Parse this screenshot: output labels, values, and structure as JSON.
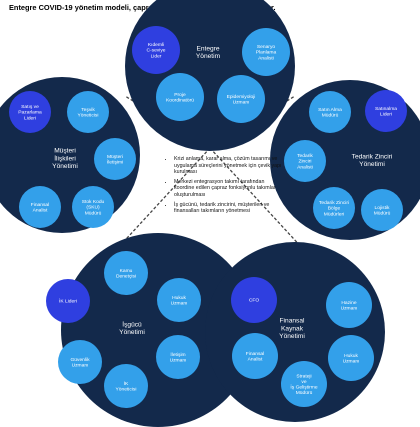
{
  "title": "Entegre COVID-19 yönetim modeli, çapraz fonksiyonlu beş takımdan oluşur.",
  "colors": {
    "navy": "#13294b",
    "light_blue": "#33a0ea",
    "royal_blue": "#2f3fe0",
    "connector": "#444444"
  },
  "groups": [
    {
      "id": "top",
      "label": "Entegre\nYönetim",
      "nodes": [
        {
          "label": "Kıdemli\nC-seviye\nLider",
          "style": "royal"
        },
        {
          "label": "Senaryo\nPlanlama\nAnalisti",
          "style": "light"
        },
        {
          "label": "Proje\nKoordinatörü",
          "style": "light"
        },
        {
          "label": "Epidemiyoloji\nUzmanı",
          "style": "light"
        }
      ]
    },
    {
      "id": "left",
      "label": "Müşteri\nİlişkileri\nYönetimi",
      "nodes": [
        {
          "label": "Satış ve\nPazarlama\nLideri",
          "style": "royal"
        },
        {
          "label": "Teşvik\nYöneticisi",
          "style": "light"
        },
        {
          "label": "Müşteri\nİletişimi",
          "style": "light"
        },
        {
          "label": "Finansal\nAnalist",
          "style": "light"
        },
        {
          "label": "Stok Kodu\n(SKU)\nMüdürü",
          "style": "light"
        }
      ]
    },
    {
      "id": "right",
      "label": "Tedarik Zinciri\nYönetimi",
      "nodes": [
        {
          "label": "Satın Alma\nMüdürü",
          "style": "light"
        },
        {
          "label": "Satınalma\nLideri",
          "style": "royal"
        },
        {
          "label": "Tedarik\nZinciri\nAnalisti",
          "style": "light"
        },
        {
          "label": "Tedarik Zinciri\nBölge\nMüdürleri",
          "style": "light"
        },
        {
          "label": "Lojistik\nMüdürü",
          "style": "light"
        }
      ]
    },
    {
      "id": "bottom-left",
      "label": "İşgücü\nYönetimi",
      "nodes": [
        {
          "label": "Kamu\nDenetçisi",
          "style": "light"
        },
        {
          "label": "İK Lideri",
          "style": "royal"
        },
        {
          "label": "Hukuk\nUzmanı",
          "style": "light"
        },
        {
          "label": "Güvenlik\nUzmanı",
          "style": "light"
        },
        {
          "label": "İletişim\nUzmanı",
          "style": "light"
        },
        {
          "label": "İK\nYöneticisi",
          "style": "light"
        }
      ]
    },
    {
      "id": "bottom-right",
      "label": "Finansal\nKaynak\nYönetimi",
      "nodes": [
        {
          "label": "CFO",
          "style": "royal"
        },
        {
          "label": "Hazine\nUzmanı",
          "style": "light"
        },
        {
          "label": "Finansal\nAnalist",
          "style": "light"
        },
        {
          "label": "Hukuk\nUzmanı",
          "style": "light"
        },
        {
          "label": "Strateji\nve\nİş Geliştirme\nMüdürü",
          "style": "light"
        }
      ]
    }
  ],
  "bullets": [
    "Krizi anlama, karar alma, çözüm tasarımı ve uygulama süreçlerini yönetmek için çevik yapı kurulması",
    "Merkezi entegrasyon takımı tarafından koordine edilen çapraz fonksiyonlu takımlar oluşturulması",
    "İş gücünü, tedarik zincirini, müşterileri ve finansalları takımların yönetmesi"
  ]
}
